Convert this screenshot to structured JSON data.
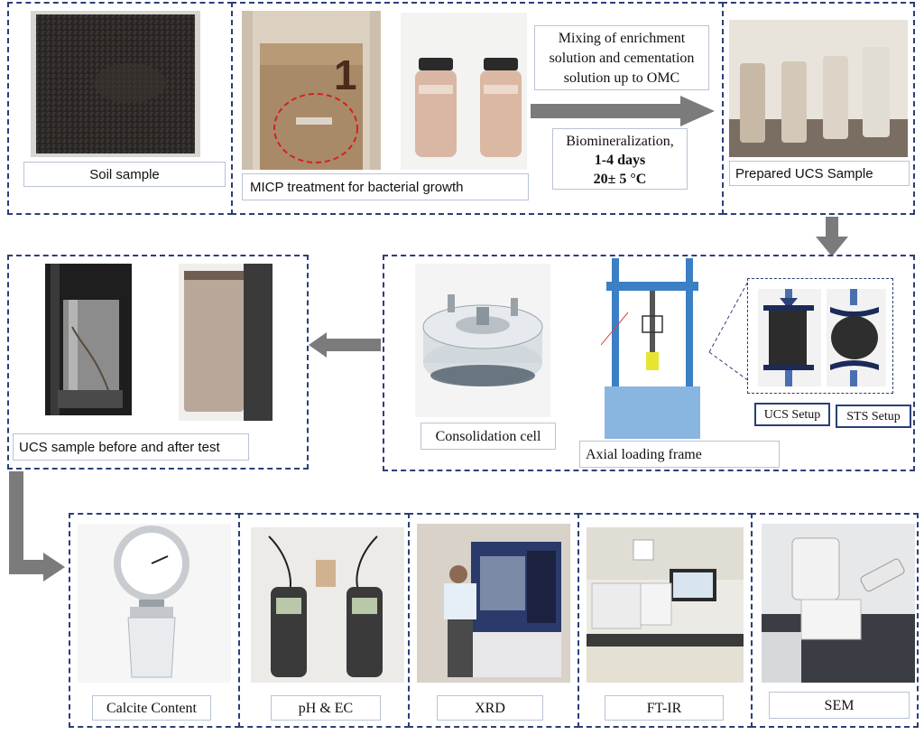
{
  "row1": {
    "soil_label": "Soil sample",
    "micp_label": "MICP treatment for bacterial growth",
    "mixing_text": [
      "Mixing of enrichment",
      "solution and cementation",
      "solution up to OMC"
    ],
    "bio_title": "Biomineralization,",
    "bio_days": "1-4 days",
    "bio_temp": "20± 5 °C",
    "prepared_label": "Prepared UCS Sample",
    "jar_number": "1"
  },
  "row2": {
    "ucs_test_label": "UCS sample before and after test",
    "consolidation_label": "Consolidation cell",
    "axial_label": "Axial loading frame",
    "ucs_setup_label": "UCS Setup",
    "sts_setup_label": "STS Setup"
  },
  "row3": {
    "calcite_label": "Calcite Content",
    "ph_label": "pH & EC",
    "xrd_label": "XRD",
    "ftir_label": "FT-IR",
    "sem_label": "SEM"
  },
  "colors": {
    "dash_border": "#2b3f78",
    "arrow": "#7b7b7b",
    "frame_blue": "#3b7fc4",
    "label_border": "#b9c3d6"
  }
}
